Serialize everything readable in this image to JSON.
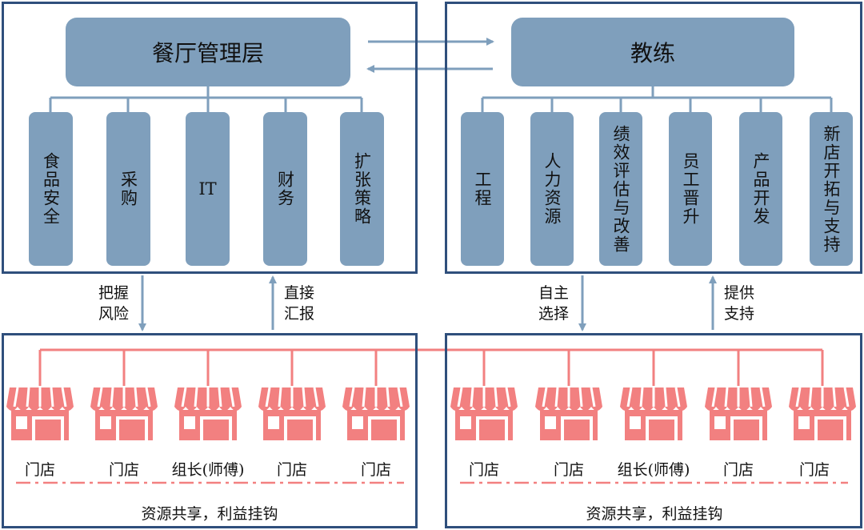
{
  "left": {
    "header": "餐厅管理层",
    "departments": [
      {
        "label": "食品安全",
        "latin": false
      },
      {
        "label": "采购",
        "latin": false
      },
      {
        "label": "IT",
        "latin": true
      },
      {
        "label": "财务",
        "latin": false
      },
      {
        "label": "扩张策略",
        "latin": false
      }
    ],
    "down_label": "把握风险",
    "up_label": "直接汇报",
    "stores": [
      "门店",
      "门店",
      "组长(师傅)",
      "门店",
      "门店"
    ],
    "footer": "资源共享，利益挂钩"
  },
  "right": {
    "header": "教练",
    "departments": [
      {
        "label": "工程",
        "latin": false
      },
      {
        "label": "人力资源",
        "latin": false
      },
      {
        "label": "绩效评估与改善",
        "latin": false
      },
      {
        "label": "员工晋升",
        "latin": false
      },
      {
        "label": "产品开发",
        "latin": false
      },
      {
        "label": "新店开拓与支持",
        "latin": false
      }
    ],
    "down_label": "自主选择",
    "up_label": "提供支持",
    "stores": [
      "门店",
      "门店",
      "组长(师傅)",
      "门店",
      "门店"
    ],
    "footer": "资源共享，利益挂钩"
  },
  "colors": {
    "panel_border": "#2f4f7c",
    "box_fill": "#7f9fbc",
    "connector": "#7f9fbc",
    "store_icon": "#f28080"
  },
  "icons": {
    "store": "storefront-icon"
  }
}
